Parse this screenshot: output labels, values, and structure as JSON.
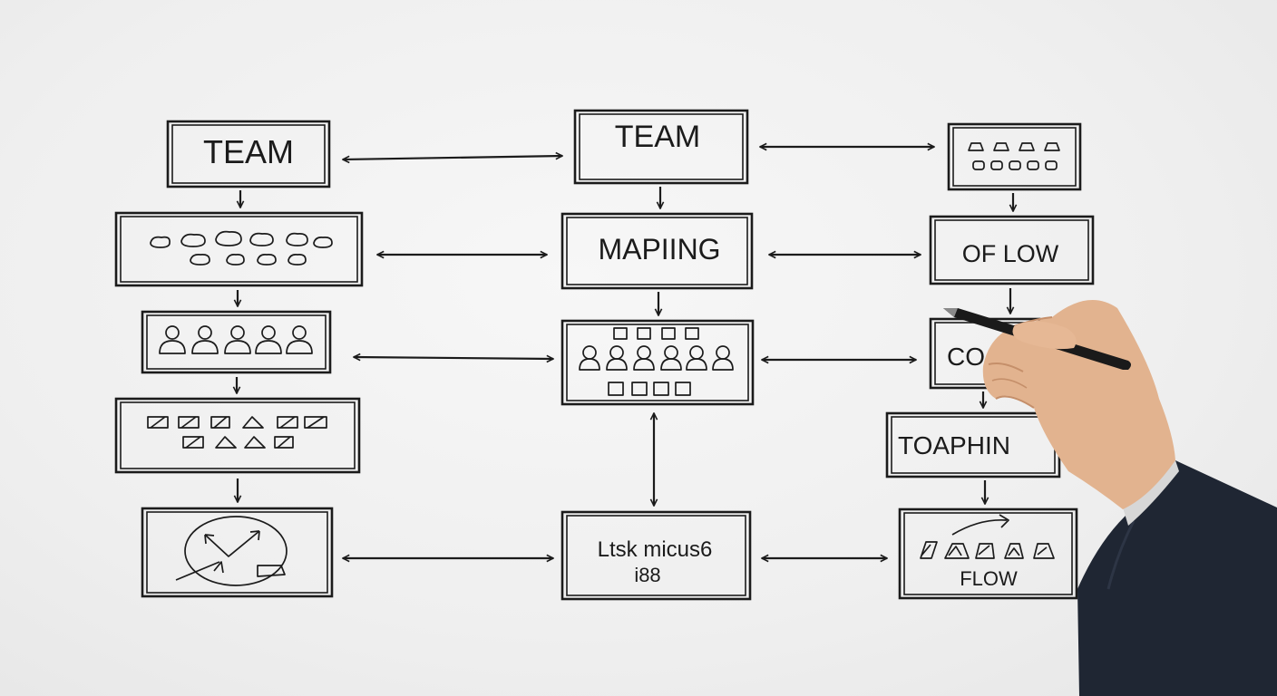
{
  "colors": {
    "ink": "#1b1b1b",
    "board": "#f2f2f2",
    "skin": "#e2b38f",
    "sleeve": "#1f2633",
    "pen": "#1a1a1a"
  },
  "boxes": {
    "left_1": {
      "text": "TEAM"
    },
    "left_2": {
      "icon": "blob-group"
    },
    "left_3": {
      "icon": "people-group"
    },
    "left_4": {
      "icon": "ticket-group"
    },
    "left_5": {
      "icon": "cycle-diagram"
    },
    "center_1": {
      "text": "TEAM"
    },
    "center_2": {
      "text": "MAPIING"
    },
    "center_3": {
      "icon": "crowd-group"
    },
    "center_4": {
      "line1": "Ltsk micus6",
      "line2": "i88"
    },
    "right_1": {
      "icon": "tiles-group"
    },
    "right_2": {
      "text": "OF LOW"
    },
    "right_3": {
      "text": "CO"
    },
    "right_4": {
      "text": "TOAPHIN"
    },
    "right_5": {
      "text": "FLOW",
      "icon": "flow-shapes"
    }
  }
}
